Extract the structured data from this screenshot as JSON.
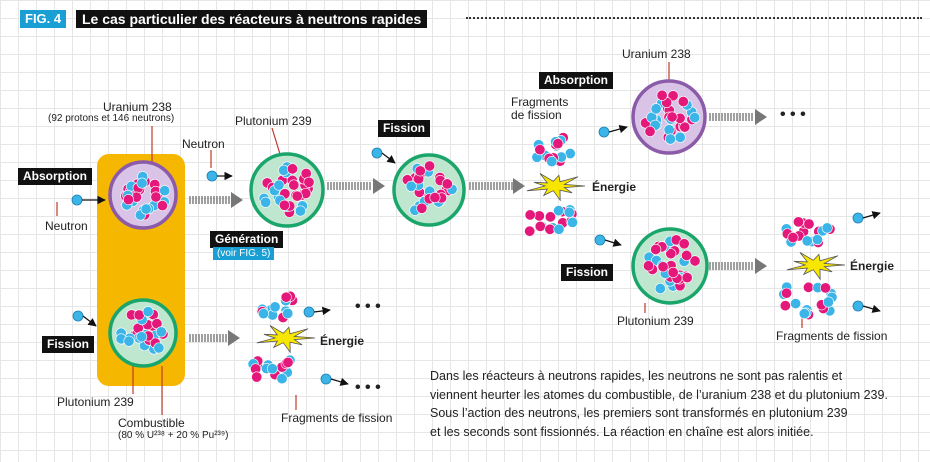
{
  "figure": {
    "tag": "FIG. 4",
    "title": "Le cas particulier des réacteurs à neutrons rapides"
  },
  "labels": {
    "uranium_238_main": "Uranium 238",
    "uranium_238_sub": "(92 protons et 146 neutrons)",
    "absorption_left": "Absorption",
    "neutron_left": "Neutron",
    "neutron_top": "Neutron",
    "plutonium_239_top": "Plutonium 239",
    "generation": "Génération",
    "generation_ref": "(voir FIG. 5)",
    "fission_top": "Fission",
    "fission_left": "Fission",
    "plutonium_239_bottom_left": "Plutonium 239",
    "combustible": "Combustible",
    "combustible_composition": "(80 % U²³⁸ + 20 % Pu²³⁹)",
    "energie_bottom": "Énergie",
    "fragments_bottom": "Fragments de fission",
    "fragments_top": "Fragments\nde fission",
    "energie_middle": "Énergie",
    "absorption_right": "Absorption",
    "uranium_238_right": "Uranium 238",
    "fission_right": "Fission",
    "plutonium_239_right": "Plutonium 239",
    "energie_right": "Énergie",
    "fragments_right": "Fragments de fission",
    "ellipsis": "• • •"
  },
  "caption": [
    "Dans les réacteurs à neutrons rapides, les neutrons ne sont pas ralentis et",
    "viennent heurter les atomes du combustible, de l’uranium 238 et du plutonium 239.",
    "Sous l’action des neutrons, les premiers sont transformés en plutonium 239",
    "et les seconds sont fissionnés. La réaction en chaîne est alors initiée."
  ],
  "colors": {
    "fuel_box": "#f5b700",
    "uranium_ring": "#8b5aa8",
    "uranium_fill": "#d9c4e8",
    "plutonium_ring": "#1aa56b",
    "plutonium_fill": "#bfe6cf",
    "proton": "#e4187a",
    "neutron": "#3bb4e8",
    "energy": "#f6e600",
    "arrow": "#777777",
    "label_blue": "#1a9fd4"
  }
}
